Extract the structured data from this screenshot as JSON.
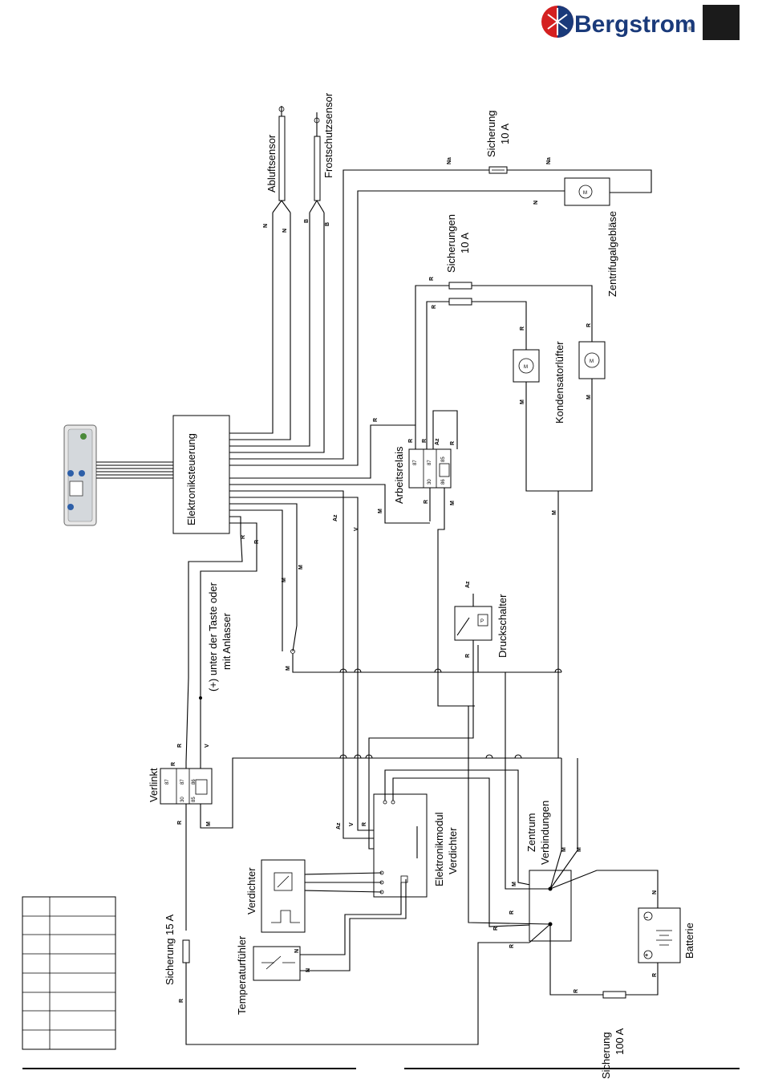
{
  "brand": {
    "name": "Bergstrom",
    "reg_mark": "®",
    "brand_color": "#1a3a7a",
    "accent_color": "#d42020"
  },
  "components": {
    "abluftsensor": "Abluftsensor",
    "frostschutzsensor": "Frostschutzsensor",
    "sicherung_top": [
      "Sicherung",
      "10 A"
    ],
    "zentrifugalgeblaese": "Zentrifugalgebläse",
    "sicherungen_10a": [
      "Sicherungen",
      "10 A"
    ],
    "kondensatorluefter": "Kondensatorlüfter",
    "elektroniksteuerung": "Elektroniksteuerung",
    "arbeitsrelais": "Arbeitsrelais",
    "druckschalter": "Druckschalter",
    "taste": [
      "(+) unter der Taste oder",
      "mit Anlasser"
    ],
    "verlinkt": "Verlinkt",
    "sicherung_15a": "Sicherung 15 A",
    "temperaturfuehler": "Temperaturfühler",
    "verdichter": "Verdichter",
    "elektronikmodul": [
      "Elektronikmodul",
      "Verdichter"
    ],
    "zentrum": [
      "Zentrum",
      "Verbindungen"
    ],
    "batterie": "Batterie",
    "sicherung_100a": [
      "Sicherung",
      "100 A"
    ]
  },
  "wire_codes": {
    "N": "N",
    "B": "B",
    "Na": "Na",
    "R": "R",
    "M": "M",
    "Az": "Az",
    "V": "V"
  },
  "relay_pins": {
    "p87": "87",
    "p87b": "87",
    "p85": "85",
    "p86": "86",
    "p30": "30"
  },
  "pressure_switch_symbol": "P",
  "motor_symbol": "M",
  "battery_minus": "−",
  "battery_plus": "+"
}
